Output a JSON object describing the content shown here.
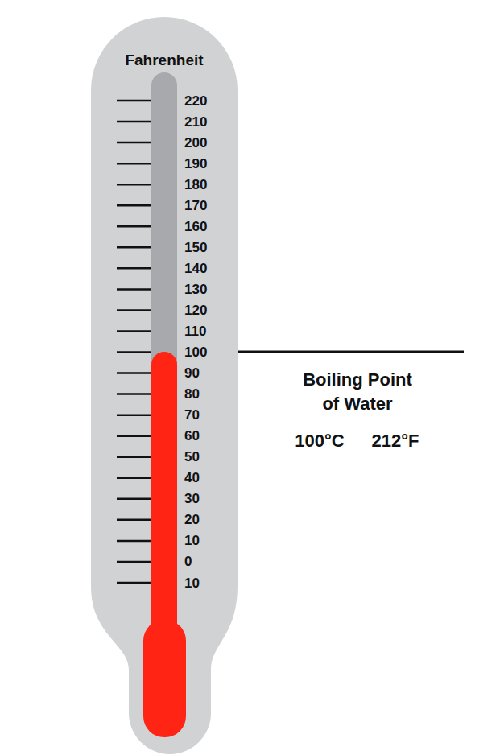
{
  "diagram": {
    "labels": [
      "Fahrenheit",
      "220",
      "210",
      "200",
      "190",
      "180",
      "170",
      "160",
      "150",
      "140",
      "130",
      "120",
      "110",
      "100",
      "90",
      "80",
      "70",
      "60",
      "50",
      "40",
      "30",
      "20",
      "10",
      "0",
      "10",
      "Boiling Point of Water",
      "100°C",
      "212°F"
    ]
  }
}
